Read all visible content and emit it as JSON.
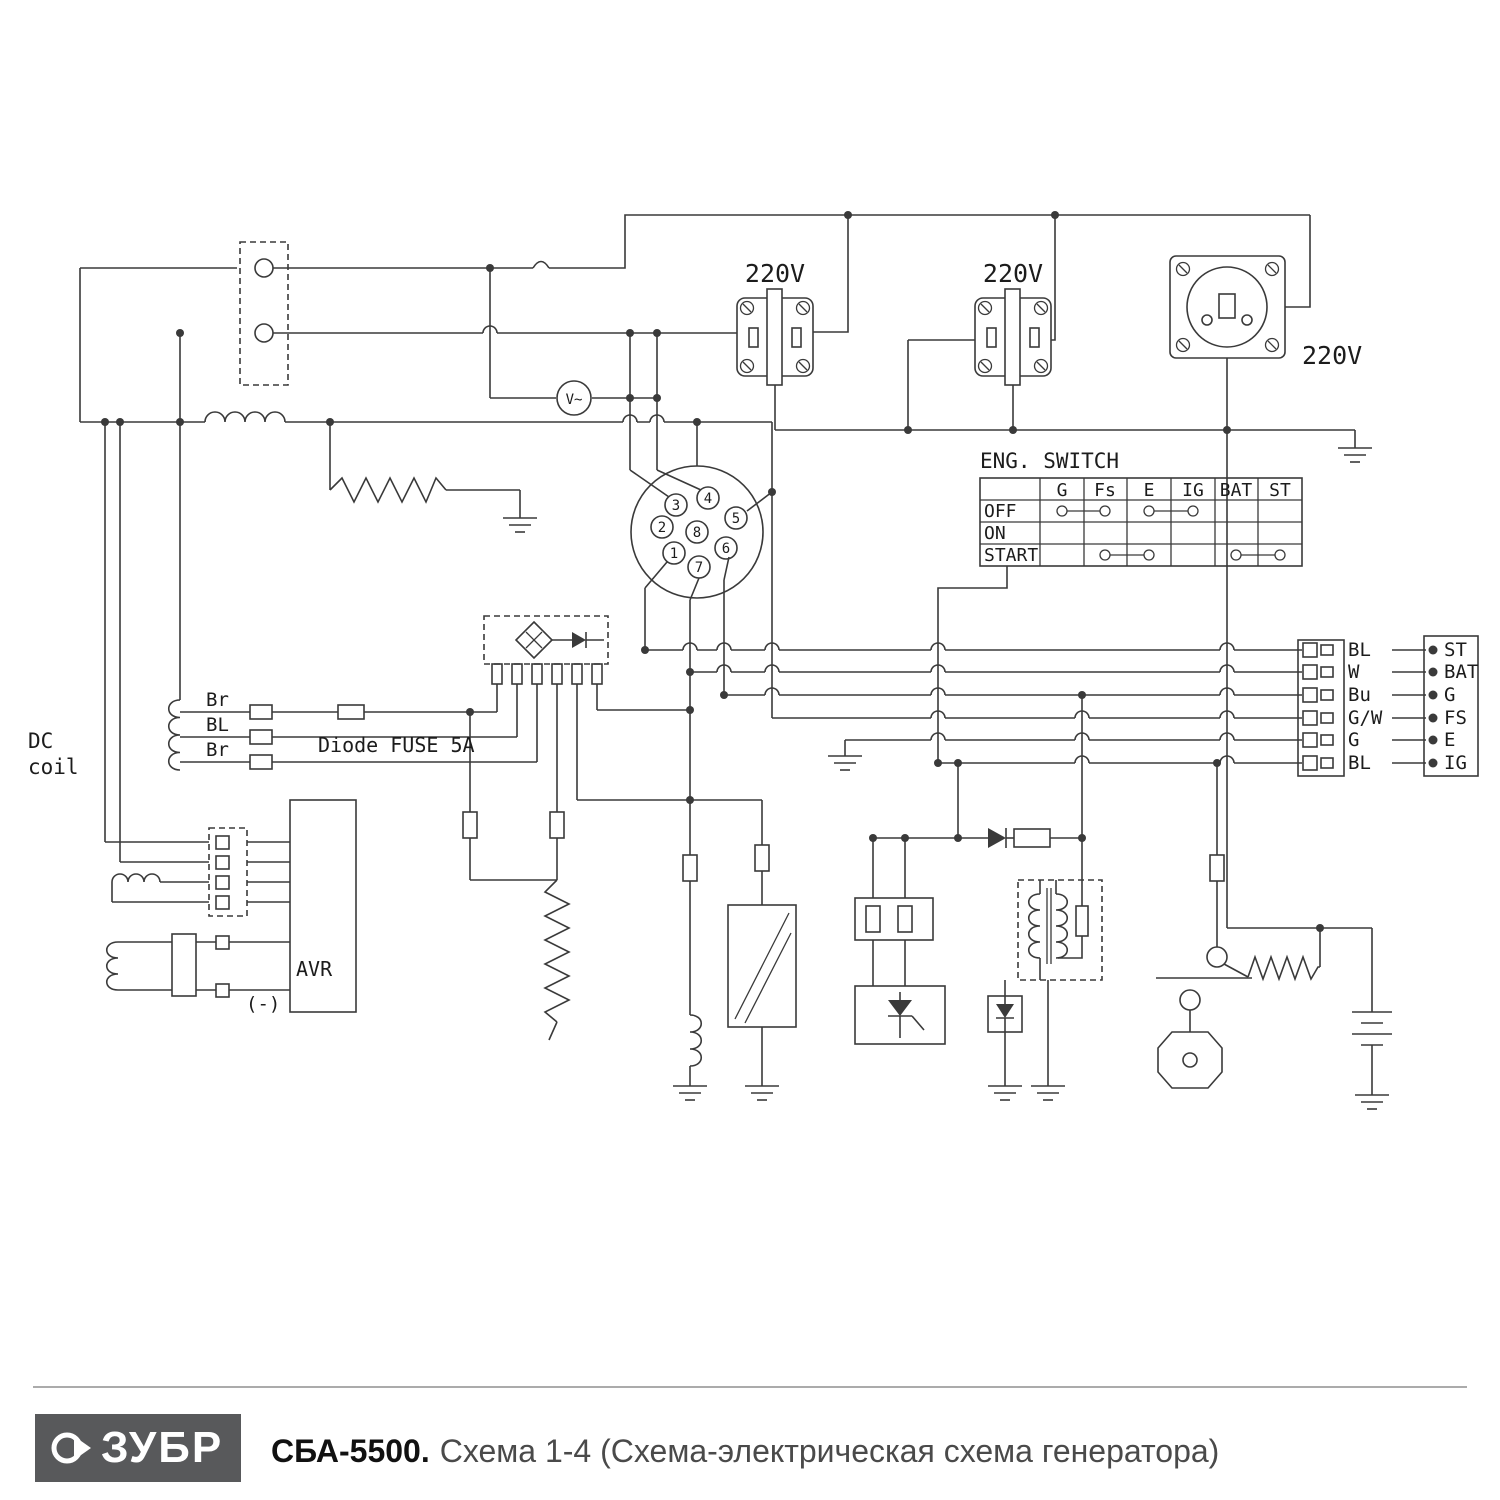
{
  "diagram": {
    "sockets": {
      "s1": "220V",
      "s2": "220V",
      "s3": "220V"
    },
    "voltmeter_label": "V~",
    "eng_switch": {
      "title": "ENG. SWITCH",
      "columns": [
        "G",
        "Fs",
        "E",
        "IG",
        "BAT",
        "ST"
      ],
      "rows": [
        "OFF",
        "ON",
        "START"
      ]
    },
    "connector_pins": [
      "1",
      "2",
      "3",
      "4",
      "5",
      "6",
      "7",
      "8"
    ],
    "dc_coil_label": {
      "line1": "DC",
      "line2": "coil"
    },
    "harness_wires": [
      "Br",
      "BL",
      "Br"
    ],
    "fuse_label": "Diode FUSE 5A",
    "avr_label": "AVR",
    "minus_label": "(-)",
    "bundle_wires": [
      "BL",
      "W",
      "Bu",
      "G/W",
      "G",
      "BL"
    ],
    "terminals": [
      "ST",
      "BAT",
      "G",
      "FS",
      "E",
      "IG"
    ]
  },
  "foot_sep": "",
  "footer": {
    "logo_text": "ЗУБР",
    "model": "СБА-5500.",
    "subtitle": "Схема 1-4 (Схема-электрическая схема генератора)"
  },
  "colors": {
    "line": "#3a3a3a",
    "logo_bg": "#58595b",
    "caption_gray": "#4a4a4a"
  }
}
